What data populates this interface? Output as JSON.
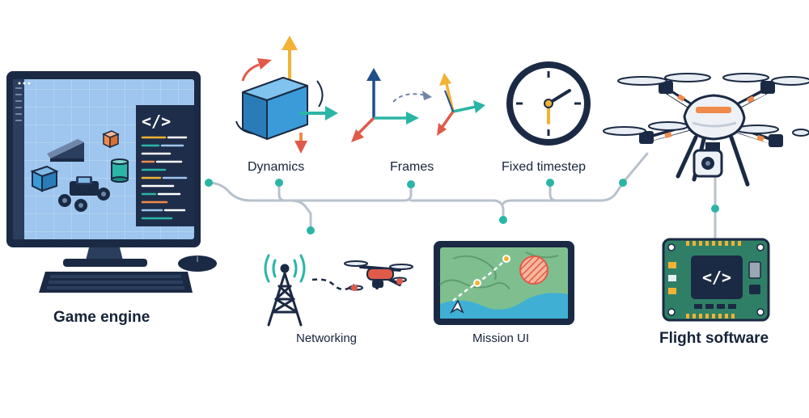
{
  "labels": {
    "game_engine": "Game engine",
    "dynamics": "Dynamics",
    "frames": "Frames",
    "fixed_timestep": "Fixed timestep",
    "networking": "Networking",
    "mission_ui": "Mission UI",
    "flight_software": "Flight software"
  },
  "icons": {
    "code_glyph": "</>"
  },
  "colors": {
    "outline": "#1b2a44",
    "screen_blue": "#9ec6ee",
    "cube_blue": "#3a9bd8",
    "teal": "#2bb5a6",
    "orange": "#f08a4b",
    "red": "#e05a4a",
    "yellow": "#f2b233",
    "connector": "#b8c2cc",
    "board_green": "#2f7f66",
    "map_water": "#3fb0d4",
    "map_land": "#7fbf8f"
  }
}
